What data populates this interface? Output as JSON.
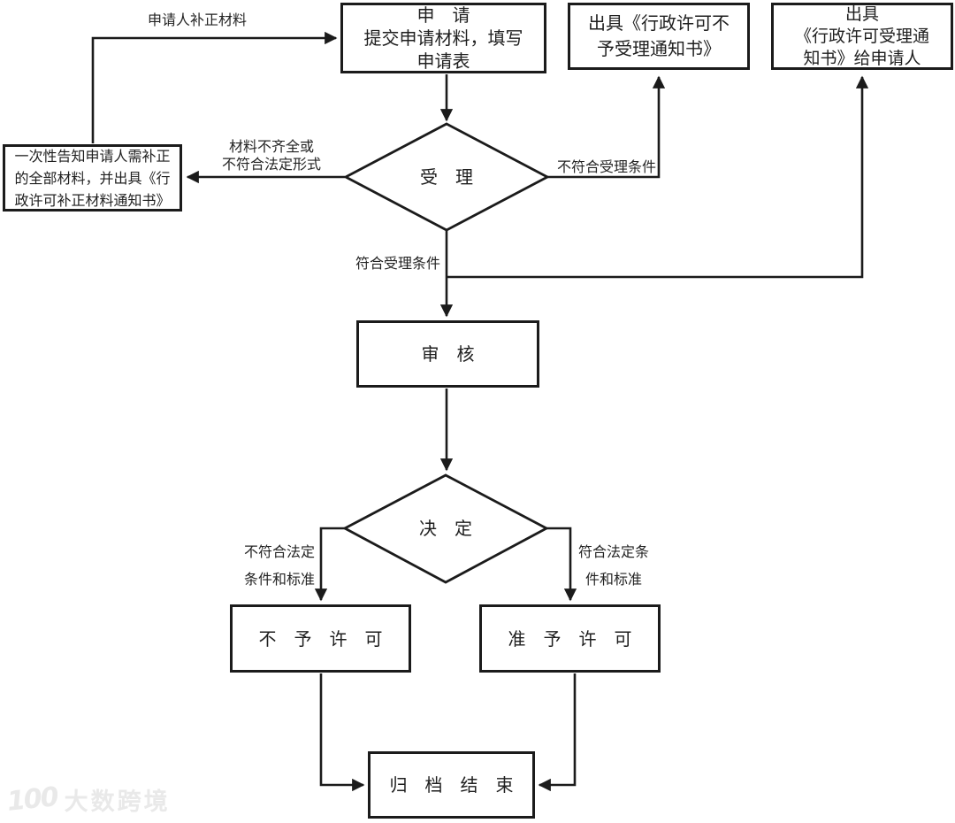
{
  "nodes": {
    "apply": {
      "text": "申　请\n提交申请材料，填写\n申请表"
    },
    "reject_notice": {
      "text": "出具《行政许可不\n予受理通知书》"
    },
    "accept_notice": {
      "text": "出具\n《行政许可受理通\n知书》给申请人"
    },
    "supplement": {
      "text": "一次性告知申请人需补正\n的全部材料，并出具《行\n政许可补正材料通知书》"
    },
    "accept": {
      "text": "受　理"
    },
    "review": {
      "text": "审　核"
    },
    "decide": {
      "text": "决　定"
    },
    "deny": {
      "text": "不　予　许　可"
    },
    "grant": {
      "text": "准　予　许　可"
    },
    "archive": {
      "text": "归　档　结　束"
    }
  },
  "edge_labels": {
    "resubmit": "申请人补正材料",
    "incomplete": "材料不齐全或\n不符合法定形式",
    "not_meet_accept": "不符合受理条件",
    "meet_accept": "符合受理条件",
    "not_meet_legal": "不符合法定\n条件和标准",
    "meet_legal": "符合法定条\n件和标准"
  },
  "watermark": {
    "logo": "100",
    "text": "大数跨境"
  },
  "colors": {
    "line": "#1b1b1b",
    "text": "#1f1f1f",
    "watermark": "#e9e9e9"
  }
}
